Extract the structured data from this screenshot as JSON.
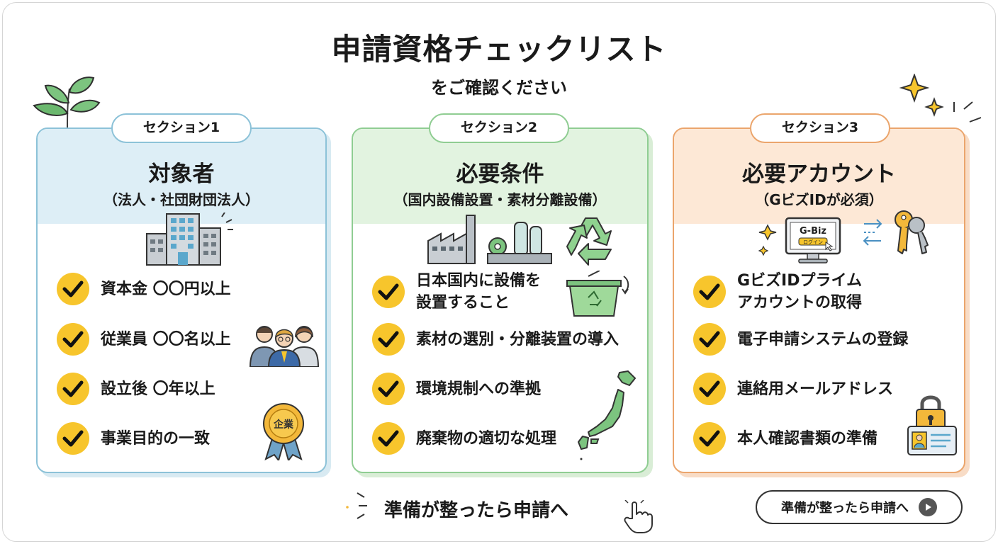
{
  "title": "申請資格チェックリスト",
  "subtitle": "をご確認ください",
  "sections": [
    {
      "badge": "セクション1",
      "title": "対象者",
      "subtitle": "（法人・社団財団法人）",
      "items": [
        "資本金 〇〇円以上",
        "従業員 〇〇名以上",
        "設立後 〇年以上",
        "事業目的の一致"
      ]
    },
    {
      "badge": "セクション2",
      "title": "必要条件",
      "subtitle": "（国内設備設置・素材分離設備）",
      "items": [
        "日本国内に設備を",
        "設置すること",
        "素材の選別・分離装置の導入",
        "環境規制への準拠",
        "廃棄物の適切な処理"
      ]
    },
    {
      "badge": "セクション3",
      "title": "必要アカウント",
      "subtitle": "（GビズIDが必須）",
      "items": [
        "GビズIDプライム",
        "アカウントの取得",
        "電子申請システムの登録",
        "連絡用メールアドレス",
        "本人確認書類の準備"
      ]
    }
  ],
  "illustrations": {
    "seal_label": "企業",
    "gbiz_screen": "G-Biz",
    "gbiz_button": "ログイン"
  },
  "footer": {
    "text": "準備が整ったら申請へ",
    "button_label": "準備が整ったら申請へ"
  },
  "colors": {
    "check_yellow": "#f7c52c",
    "section1": "#8cc2d8",
    "section2": "#8fcd92",
    "section3": "#eba56c"
  },
  "icons": [
    "plant-icon",
    "office-building-icon",
    "people-icon",
    "medal-icon",
    "factory-icon",
    "recycle-icon",
    "recycle-bin-icon",
    "japan-map-icon",
    "computer-gbiz-icon",
    "key-icon",
    "lock-id-card-icon",
    "sparkle-icon",
    "pointing-hand-icon",
    "play-icon"
  ]
}
